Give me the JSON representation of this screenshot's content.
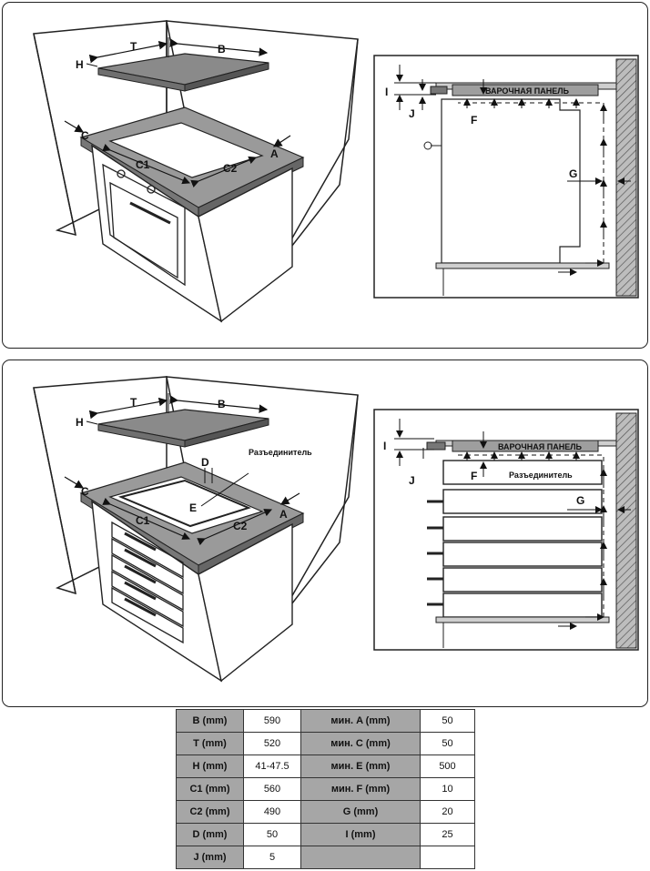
{
  "labels": {
    "T": "T",
    "B": "B",
    "H": "H",
    "C": "C",
    "A": "A",
    "C1": "C1",
    "C2": "C2",
    "D": "D",
    "E": "E",
    "F": "F",
    "G": "G",
    "I": "I",
    "J": "J"
  },
  "hob_panel_label": "ВАРОЧНАЯ ПАНЕЛЬ",
  "separator_label": "Разъединитель",
  "spec_table": {
    "rows": [
      {
        "k1": "B (mm)",
        "v1": "590",
        "k2": "мин. A (mm)",
        "v2": "50"
      },
      {
        "k1": "T (mm)",
        "v1": "520",
        "k2": "мин. C (mm)",
        "v2": "50"
      },
      {
        "k1": "H (mm)",
        "v1": "41-47.5",
        "k2": "мин. E (mm)",
        "v2": "500"
      },
      {
        "k1": "C1 (mm)",
        "v1": "560",
        "k2": "мин. F (mm)",
        "v2": "10"
      },
      {
        "k1": "C2 (mm)",
        "v1": "490",
        "k2": "G (mm)",
        "v2": "20"
      },
      {
        "k1": "D (mm)",
        "v1": "50",
        "k2": "I (mm)",
        "v2": "25"
      },
      {
        "k1": "J (mm)",
        "v1": "5"
      }
    ]
  }
}
